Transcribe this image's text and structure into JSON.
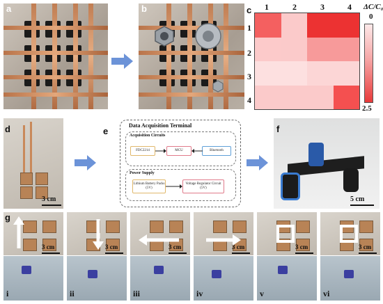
{
  "labels": {
    "a": "a",
    "b": "b",
    "c": "c",
    "d": "d",
    "e": "e",
    "f": "f",
    "g": "g"
  },
  "roman": [
    "i",
    "ii",
    "iii",
    "iv",
    "v",
    "vi"
  ],
  "scale_labels": {
    "d": "3 cm",
    "f": "5 cm",
    "g": [
      "3 cm",
      "3 cm",
      "3 cm",
      "3 cm",
      "3 cm",
      "3 cm"
    ]
  },
  "heatmap": {
    "col_labels": [
      "1",
      "2",
      "3",
      "4"
    ],
    "row_labels": [
      "1",
      "2",
      "3",
      "4"
    ],
    "colorbar_title": "ΔC/C₀",
    "colorbar_top": "0",
    "colorbar_bottom": "2.5",
    "colors": [
      [
        "#f46060",
        "#fbcaca",
        "#ec3232",
        "#ec3232"
      ],
      [
        "#fccaca",
        "#fbcaca",
        "#f79a9a",
        "#f79a9a"
      ],
      [
        "#fde0e0",
        "#fde0e0",
        "#fcd6d6",
        "#fcd6d6"
      ],
      [
        "#fbcaca",
        "#fbcaca",
        "#fbcaca",
        "#f45050"
      ]
    ]
  },
  "diagram": {
    "title": "Data Acquisition Terminal",
    "acq_title": "Acquisition Circuits",
    "fdc": "FDC2214",
    "mcu": "MCU",
    "bt": "Bluetooth",
    "power_title": "Power Supply",
    "battery": "Lithium Battery Packs (5V)",
    "regulator": "Voltage Regulator Circuit (5V)"
  },
  "colors": {
    "arrow": "#6c93d8",
    "fdc_border": "#e0b86b",
    "mcu_border": "#e07a8a",
    "bt_border": "#5fa0d8",
    "bat_border": "#e0b86b",
    "reg_border": "#e07a8a"
  }
}
